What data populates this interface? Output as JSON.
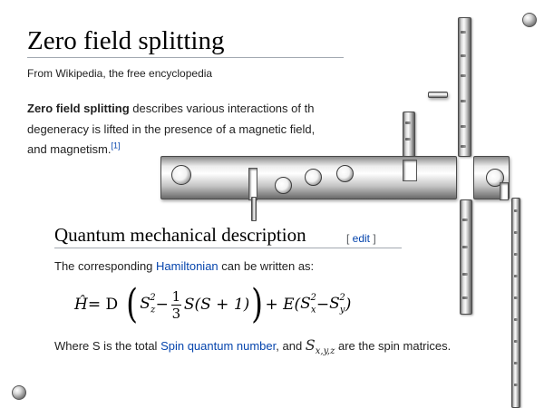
{
  "article": {
    "title": "Zero field splitting",
    "tagline": "From Wikipedia, the free encyclopedia",
    "lead": {
      "term": "Zero field splitting",
      "text_line1": " describes various interactions of th",
      "text_line2": "degeneracy is lifted in the presence of a magnetic field,",
      "text_line3": "and magnetism.",
      "citation": "[1]"
    },
    "section": {
      "heading": "Quantum mechanical description",
      "edit_open": "[ ",
      "edit_label": "edit",
      "edit_close": " ]",
      "para1_before": "The corresponding ",
      "para1_link": "Hamiltonian",
      "para1_after": " can be written as:",
      "para2_before": "Where S is the total ",
      "para2_link": "Spin quantum number",
      "para2_mid": ", and ",
      "para2_symbol": "S",
      "para2_subscript": "x,y,z",
      "para2_after": " are the spin matrices."
    },
    "formula": {
      "lhs": "Ĥ",
      "eq": " = D",
      "s": "S",
      "z": "z",
      "two": "2",
      "minus": " − ",
      "frac_num": "1",
      "frac_den": "3",
      "s_term": "S(S + 1)",
      "plus_e": " + E(",
      "x": "x",
      "y": "y",
      "close": ")"
    }
  },
  "overlay": {
    "style": "metallic 3-D labyrinth pieces with steel balls",
    "colors": {
      "metal_light": "#ffffff",
      "metal_mid": "#bdbdbd",
      "metal_dark": "#4a4a4a",
      "link": "#0645ad"
    }
  }
}
